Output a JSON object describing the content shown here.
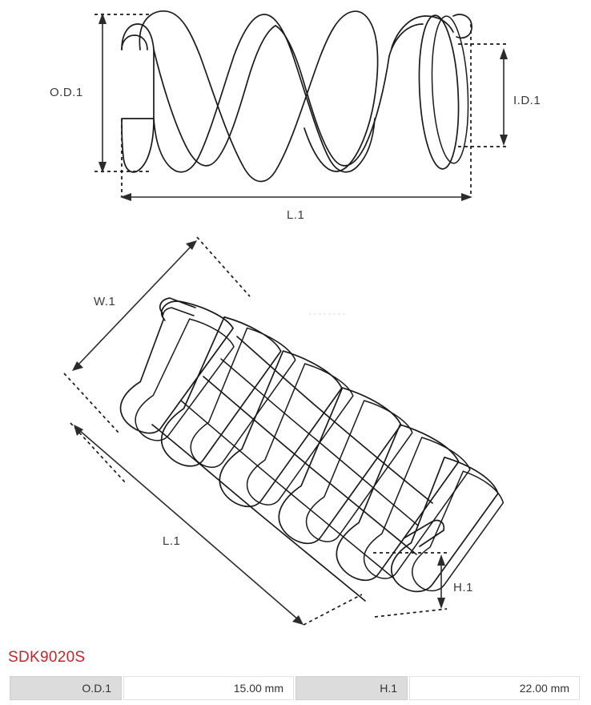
{
  "part": {
    "code": "SDK9020S",
    "code_color": "#c0272d"
  },
  "drawings": {
    "side_view": {
      "name": "compression-spring-side-view",
      "labels": {
        "outer_diameter": "O.D.1",
        "inner_diameter": "I.D.1",
        "length": "L.1"
      }
    },
    "iso_view": {
      "name": "compression-spring-isometric-view",
      "labels": {
        "width": "W.1",
        "length": "L.1",
        "height": "H.1"
      }
    }
  },
  "spec_table": {
    "rows": [
      {
        "key1": "O.D.1",
        "value1": "15.00 mm",
        "key2": "H.1",
        "value2": "22.00 mm"
      }
    ]
  }
}
